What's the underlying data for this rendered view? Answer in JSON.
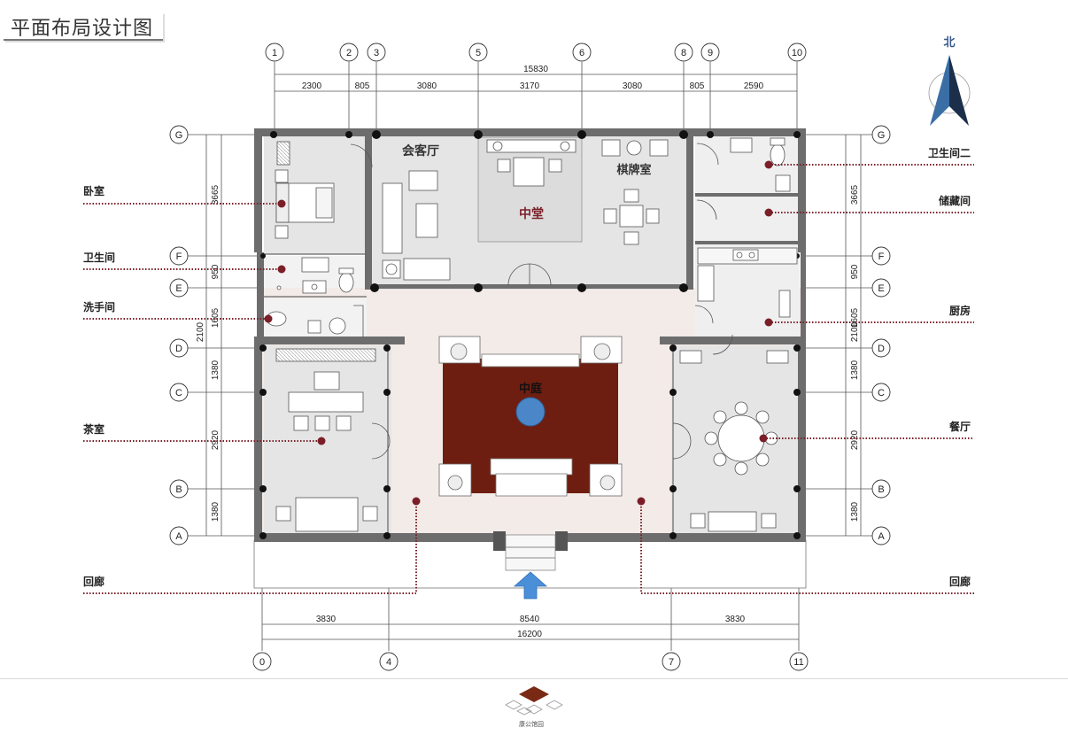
{
  "title": "平面布局设计图",
  "north_label": "北",
  "grid_labels": {
    "top": [
      "1",
      "2",
      "3",
      "5",
      "6",
      "8",
      "9",
      "10"
    ],
    "bottom": [
      "0",
      "4",
      "7",
      "11"
    ],
    "left": [
      "G",
      "F",
      "E",
      "D",
      "C",
      "B",
      "A"
    ],
    "right": [
      "G",
      "F",
      "E",
      "D",
      "C",
      "B",
      "A"
    ]
  },
  "dimensions": {
    "top_total": "15830",
    "top_segments": [
      "2300",
      "805",
      "3080",
      "3170",
      "3080",
      "805",
      "2590"
    ],
    "bottom_segments": [
      "3830",
      "8540",
      "3830"
    ],
    "bottom_total": "16200",
    "left_outer": [
      "3665",
      "950",
      "1605",
      "1380",
      "2920",
      "1380"
    ],
    "left_inner": "2100",
    "right_outer": [
      "3665",
      "950",
      "1605",
      "1380",
      "2920",
      "1380"
    ],
    "right_inner": "2100"
  },
  "rooms": {
    "reception": "会客厅",
    "main_hall": "中堂",
    "chess_room": "棋牌室",
    "courtyard": "中庭"
  },
  "callouts_left": [
    "卧室",
    "卫生间",
    "洗手间",
    "茶室",
    "回廊"
  ],
  "callouts_right": [
    "卫生间二",
    "储藏间",
    "厨房",
    "餐厅",
    "回廊"
  ],
  "colors": {
    "wall": "#6d6d6d",
    "floor_room": "#e5e5e5",
    "floor_corridor": "#f3ebe8",
    "courtyard_carpet": "#6e1e10",
    "leader_line": "#7a1f28",
    "pool": "#4a86c8",
    "entry_arrow": "#4a8fd8"
  },
  "footer_caption": "康公馆园"
}
